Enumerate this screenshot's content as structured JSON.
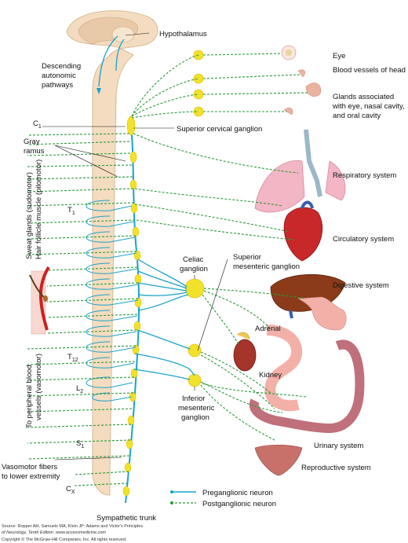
{
  "labels": {
    "hypothalamus": "Hypothalamus",
    "descending_1": "Descending",
    "descending_2": "autonomic",
    "descending_3": "pathways",
    "c1_main": "C",
    "c1_sub": "1",
    "gray_1": "Gray",
    "gray_2": "ramus",
    "t1_main": "T",
    "t1_sub": "1",
    "t12_main": "T",
    "t12_sub": "12",
    "l2_main": "L",
    "l2_sub": "2",
    "s1_main": "S",
    "s1_sub": "1",
    "cx_main": "C",
    "cx_sub": "X",
    "sweat_1": "Sweat glands (sudomotor)",
    "sweat_2": "Hair follicle muscle (pilomotor)",
    "vaso_1": "To peripheral blood",
    "vaso_2": "vessels (vasomotor)",
    "vasomotor_1": "Vasomotor fibers",
    "vasomotor_2": "to lower extremity",
    "sympathetic_trunk": "Sympathetic trunk",
    "superior_cervical": "Superior cervical ganglion",
    "celiac_1": "Celiac",
    "celiac_2": "ganglion",
    "sup_mes_1": "Superior",
    "sup_mes_2": "mesenteric ganglion",
    "inf_mes_1": "Inferior",
    "inf_mes_2": "mesenteric",
    "inf_mes_3": "ganglion",
    "eye": "Eye",
    "vessels_head": "Blood vessels of head",
    "glands_1": "Glands associated",
    "glands_2": "with eye, nasal cavity,",
    "glands_3": "and oral cavity",
    "respiratory": "Respiratory system",
    "circulatory": "Circulatory system",
    "digestive": "Digestive system",
    "adrenal": "Adrenal",
    "kidney": "Kidney",
    "urinary": "Urinary system",
    "reproductive": "Reproductive system"
  },
  "legend": {
    "preganglionic": "Preganglionic neuron",
    "postganglionic": "Postganglionic neuron"
  },
  "source": {
    "line1": "Source: Ropper AH, Samuels MA, Klein JP: Adams and Victor's Principles",
    "line2": "of Neurology, Tenth Edition: www.accessmedicine.com",
    "line3": "Copyright © The McGraw-Hill Companies, Inc. All rights reserved."
  },
  "colors": {
    "preganglionic": "#1aa3c8",
    "postganglionic": "#2a9a3a",
    "ganglion": "#f2e12a",
    "spinal_cord": "#f3dcc0"
  }
}
